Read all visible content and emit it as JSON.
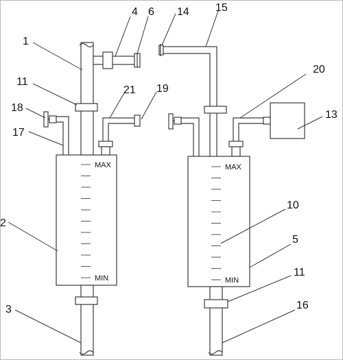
{
  "callouts": {
    "c1": "1",
    "c2": "2",
    "c3": "3",
    "c4": "4",
    "c5": "5",
    "c6": "6",
    "c10": "10",
    "c11a": "11",
    "c11b": "11",
    "c13": "13",
    "c14": "14",
    "c15": "15",
    "c16": "16",
    "c17": "17",
    "c18": "18",
    "c19": "19",
    "c20": "20",
    "c21": "21"
  },
  "scale": {
    "left_max": "MAX",
    "left_min": "MIN",
    "right_max": "MAX",
    "right_min": "MIN"
  },
  "colors": {
    "stroke": "#3a3a3a",
    "background": "#ffffff",
    "text": "#111111"
  }
}
